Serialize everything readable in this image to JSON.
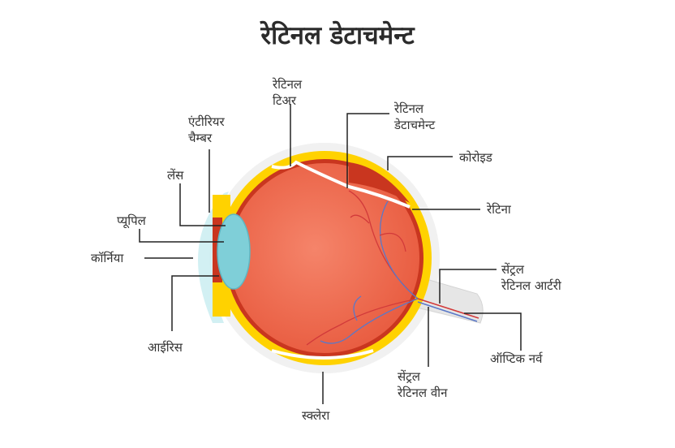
{
  "title": "रेटिनल डेटाचमेन्ट",
  "labels": {
    "retinal_tear": [
      "रेटिनल",
      "टिअर"
    ],
    "retinal_detachment": [
      "रेटिनल",
      "डेटाचमेन्ट"
    ],
    "anterior_chamber": [
      "एंटीरियर",
      "चैम्बर"
    ],
    "choroid": "कोरोइड",
    "lens": "लेंस",
    "retina": "रेटिना",
    "pupil": "प्यूपिल",
    "cornea": "कॉर्निया",
    "central_retinal_artery": [
      "सेंट्रल",
      "रेटिनल आर्टरी"
    ],
    "iris": "आईरिस",
    "optic_nerve": "ऑप्टिक नर्व",
    "central_retinal_vein": [
      "सेंट्रल",
      "रेटिनल वीन"
    ],
    "sclera": "स्क्लेरा"
  },
  "colors": {
    "sclera": "#ffd200",
    "choroid": "#c9361f",
    "eye_interior": "#ef6b4a",
    "retina_line": "#ffffff",
    "lens": "#7fcfd8",
    "cornea": "#cfeef2",
    "optic_nerve": "#e4e4e4",
    "vessel_red": "#d23a3a",
    "vessel_blue": "#5a78c8",
    "leader": "#222222"
  }
}
